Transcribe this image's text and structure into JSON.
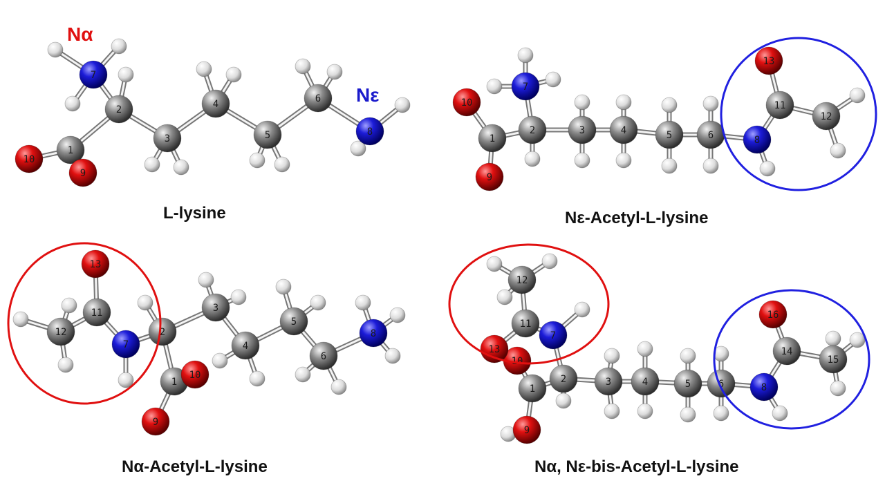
{
  "colors": {
    "carbon": "#7a7a7a",
    "hydrogen": "#e6e6e6",
    "oxygen": "#cc0000",
    "nitrogen": "#1a1acc",
    "highlight_alpha": "#e01010",
    "highlight_epsilon": "#2020e0",
    "na_label": "#e01010",
    "ne_label": "#1a1acc"
  },
  "panels": {
    "lysine": {
      "caption": "L-lysine",
      "na_label": "Nα",
      "ne_label": "Nε"
    },
    "ne_acetyl": {
      "caption": "Nε-Acetyl-L-lysine"
    },
    "na_acetyl": {
      "caption": "Nα-Acetyl-L-lysine"
    },
    "bis_acetyl": {
      "caption": "Nα, Nε-bis-Acetyl-L-lysine"
    }
  },
  "molecules": [
    {
      "id": "lysine",
      "atoms": [
        {
          "el": "C",
          "n": "1"
        },
        {
          "el": "C",
          "n": "2"
        },
        {
          "el": "C",
          "n": "3"
        },
        {
          "el": "C",
          "n": "4"
        },
        {
          "el": "C",
          "n": "5"
        },
        {
          "el": "C",
          "n": "6"
        },
        {
          "el": "N",
          "n": "7"
        },
        {
          "el": "N",
          "n": "8"
        },
        {
          "el": "O",
          "n": "9"
        },
        {
          "el": "O",
          "n": "10"
        }
      ]
    },
    {
      "id": "ne_acetyl",
      "atoms": [
        {
          "el": "C",
          "n": "1"
        },
        {
          "el": "C",
          "n": "2"
        },
        {
          "el": "C",
          "n": "3"
        },
        {
          "el": "C",
          "n": "4"
        },
        {
          "el": "C",
          "n": "5"
        },
        {
          "el": "C",
          "n": "6"
        },
        {
          "el": "N",
          "n": "7"
        },
        {
          "el": "N",
          "n": "8"
        },
        {
          "el": "O",
          "n": "9"
        },
        {
          "el": "O",
          "n": "10"
        },
        {
          "el": "C",
          "n": "11"
        },
        {
          "el": "C",
          "n": "12"
        },
        {
          "el": "O",
          "n": "13"
        }
      ]
    },
    {
      "id": "na_acetyl",
      "atoms": [
        {
          "el": "C",
          "n": "1"
        },
        {
          "el": "C",
          "n": "2"
        },
        {
          "el": "C",
          "n": "3"
        },
        {
          "el": "C",
          "n": "4"
        },
        {
          "el": "C",
          "n": "5"
        },
        {
          "el": "C",
          "n": "6"
        },
        {
          "el": "N",
          "n": "7"
        },
        {
          "el": "N",
          "n": "8"
        },
        {
          "el": "O",
          "n": "9"
        },
        {
          "el": "O",
          "n": "10"
        },
        {
          "el": "C",
          "n": "11"
        },
        {
          "el": "C",
          "n": "12"
        },
        {
          "el": "O",
          "n": "13"
        }
      ]
    },
    {
      "id": "bis_acetyl",
      "atoms": [
        {
          "el": "C",
          "n": "1"
        },
        {
          "el": "C",
          "n": "2"
        },
        {
          "el": "C",
          "n": "3"
        },
        {
          "el": "C",
          "n": "4"
        },
        {
          "el": "C",
          "n": "5"
        },
        {
          "el": "C",
          "n": "6"
        },
        {
          "el": "N",
          "n": "7"
        },
        {
          "el": "N",
          "n": "8"
        },
        {
          "el": "O",
          "n": "9"
        },
        {
          "el": "O",
          "n": "10"
        },
        {
          "el": "C",
          "n": "11"
        },
        {
          "el": "C",
          "n": "12"
        },
        {
          "el": "O",
          "n": "13"
        },
        {
          "el": "C",
          "n": "14"
        },
        {
          "el": "C",
          "n": "15"
        },
        {
          "el": "O",
          "n": "16"
        }
      ]
    }
  ]
}
